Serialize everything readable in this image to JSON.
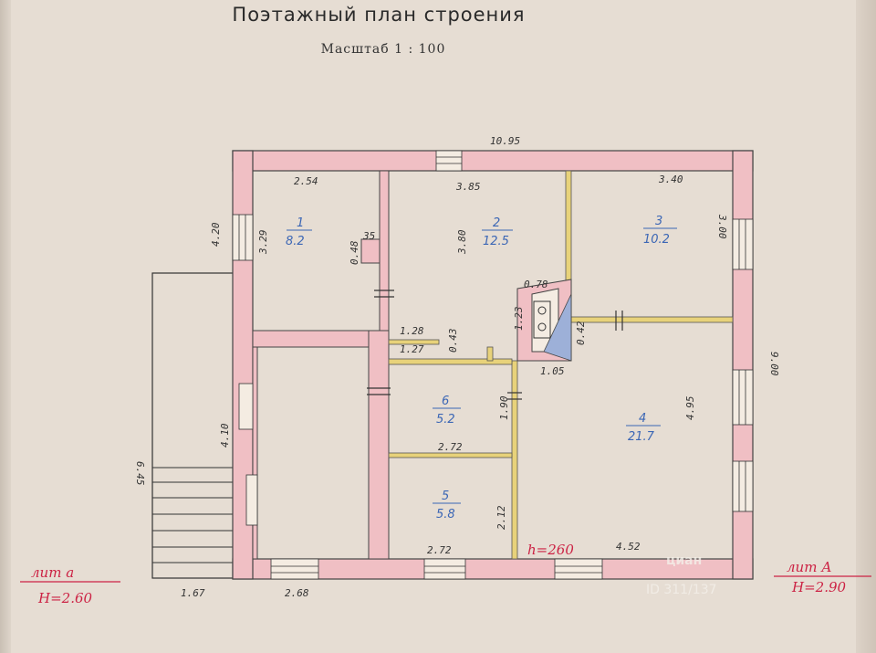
{
  "document": {
    "title": "Поэтажный план строения",
    "scale": "Масштаб  1 : 100"
  },
  "dimensions": {
    "total_width": "10.95",
    "total_depth": "9.00",
    "left_depth": "6.45",
    "left_wall": "4.20",
    "r1_width": "2.54",
    "r1_depth": "3.29",
    "r2_width": "3.85",
    "r2_depth": "3.80",
    "r3_width": "3.40",
    "r3_depth": "3.00",
    "r4_depth": "4.95",
    "r4_width": "4.52",
    "r5_width": "2.72",
    "r5_depth": "2.12",
    "r6_width": "2.72",
    "r6_depth": "1.90",
    "corridor_width": "1.28",
    "small_a": "1.27",
    "small_b": "0.43",
    "stove_a": "0.78",
    "stove_b": "1.23",
    "stove_c": "0.42",
    "stove_d": "1.05",
    "niche_a": "0.48",
    "niche_b": "35",
    "hall_depth": "4.10",
    "veranda_width": "1.67",
    "hall_width": "2.68"
  },
  "rooms": [
    {
      "number": "1",
      "area": "8.2"
    },
    {
      "number": "2",
      "area": "12.5"
    },
    {
      "number": "3",
      "area": "10.2"
    },
    {
      "number": "4",
      "area": "21.7"
    },
    {
      "number": "6",
      "area": "5.2"
    },
    {
      "number": "5",
      "area": "5.8"
    }
  ],
  "notes": {
    "height_mark": "h=260",
    "lit_a_label": "лит а",
    "lit_a_height": "Н=2.60",
    "lit_A_label": "лит А",
    "lit_A_height": "Н=2.90"
  },
  "watermark": {
    "brand": "циан",
    "id": "ID 311/137"
  },
  "colors": {
    "wall": "#f0bfc4",
    "paper": "#e6ddd3",
    "partition": "#e8d27a",
    "ink": "#333333",
    "room_label": "#3b66b5",
    "red_note": "#cc2244"
  }
}
